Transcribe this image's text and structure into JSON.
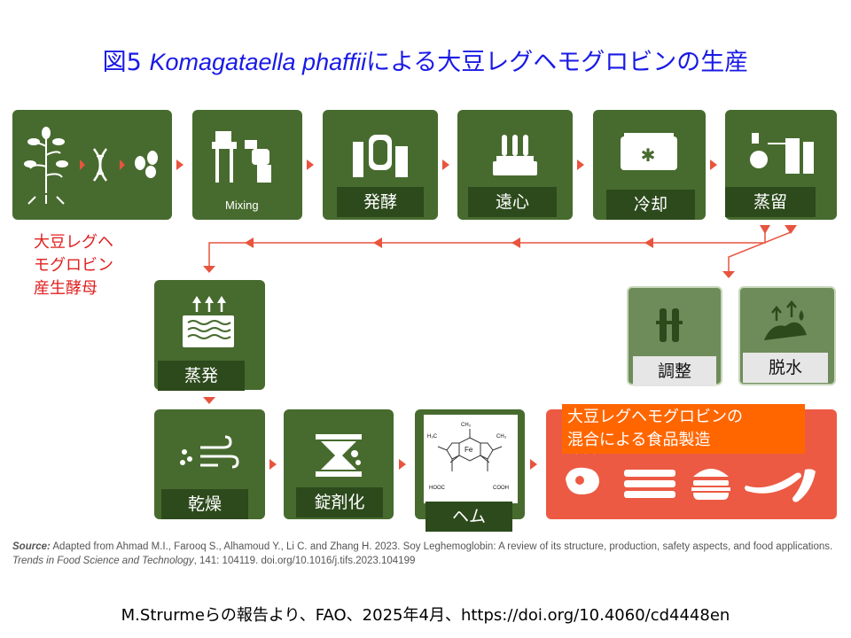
{
  "title": {
    "prefix": "図5 ",
    "species": "Komagataella phaffii",
    "suffix": "による大豆レグヘモグロビンの生産"
  },
  "steps": {
    "source": "",
    "mixing": "Mixing",
    "fermentation": "発酵",
    "centrifugation": "遠心",
    "cooling": "冷却",
    "distillation": "蒸留",
    "evaporation": "蒸発",
    "drying": "乾燥",
    "tableting": "錠剤化",
    "heme": "ヘム",
    "adjustment": "調整",
    "dehydration": "脱水"
  },
  "yeast_label": [
    "大豆レグヘ",
    "モグロビン",
    "産生酵母"
  ],
  "final_product": [
    "大豆レグヘモグロビンの",
    "混合による食品製造"
  ],
  "source_note": {
    "label": "Source:",
    "text": " Adapted from Ahmad M.I., Farooq S., Alhamoud Y., Li C. and Zhang H. 2023. Soy Leghemoglobin: A review of its structure, production, safety aspects, and food applications. ",
    "journal": "Trends in Food Science and Technology",
    "tail": ", 141: 104119. doi.org/10.1016/j.tifs.2023.104199"
  },
  "credit": "M.Strurmeらの報告より、FAO、2025年4月、https://doi.org/10.4060/cd4448en",
  "heme_chem": {
    "fe": "Fe",
    "ch3": "CH₃",
    "h3c": "H₃C",
    "hooc": "HOOC",
    "cooh": "COOH"
  },
  "colors": {
    "box": "#476b2e",
    "label_bg": "#2d4a1c",
    "arrow": "#e8543e",
    "orange": "#ec5a43",
    "title": "#1a1ae6"
  }
}
